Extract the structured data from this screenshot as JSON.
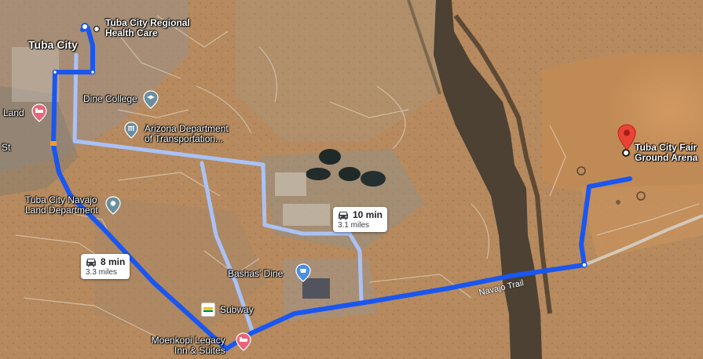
{
  "map": {
    "places": {
      "tuba_city": "Tuba City",
      "health_care_line1": "Tuba City Regional",
      "health_care_line2": "Health Care",
      "dine_college": "Dine College",
      "adot_line1": "Arizona Department",
      "adot_line2": "of Transportation...",
      "navajo_land_line1": "Tuba City Navajo",
      "navajo_land_line2": "Land Department",
      "bashas": "Bashas' Dine",
      "subway": "Subway",
      "moenkopi_line1": "Moenkopi Legacy",
      "moenkopi_line2": "Inn & Suites",
      "left_edge_land": "Land",
      "left_edge_st": "St",
      "destination_line1": "Tuba City Fair",
      "destination_line2": "Ground Arena"
    },
    "roads": {
      "navajo_trail": "Navajo Trail"
    },
    "routes": [
      {
        "time": "10 min",
        "distance": "3.1 miles",
        "selected": false
      },
      {
        "time": "8 min",
        "distance": "3.3 miles",
        "selected": true
      }
    ],
    "colors": {
      "selected_route": "#1a56f0",
      "alternate_route": "#a9c2f7",
      "destination_pin": "#ea4335",
      "hotel_poi": "#e8657a",
      "civic_poi": "#6b8e9e",
      "shopping_poi": "#4a8fe0"
    },
    "icons": {
      "route_mode": "car-icon",
      "destination": "map-pin-icon",
      "origin": "origin-dot-icon"
    }
  }
}
